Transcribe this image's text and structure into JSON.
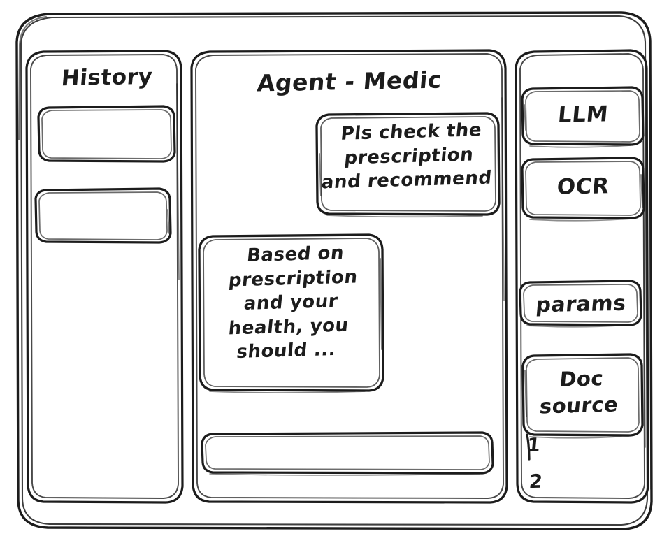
{
  "window": {
    "name": "agent-medic-wireframe"
  },
  "sidebar": {
    "title": "History",
    "items": [
      {
        "label": ""
      },
      {
        "label": ""
      }
    ]
  },
  "main": {
    "title": "Agent - Medic",
    "messages": [
      {
        "role": "user",
        "text": "Pls check the\nprescription\nand recommend"
      },
      {
        "role": "assistant",
        "text": "Based on\nprescription\nand your\nhealth, you\nshould ..."
      }
    ],
    "composer": {
      "value": "",
      "placeholder": ""
    }
  },
  "tools": {
    "buttons": [
      {
        "label": "LLM"
      },
      {
        "label": "OCR"
      },
      {
        "label": "params"
      },
      {
        "label": "Doc\nsource"
      }
    ],
    "doc_sources": [
      {
        "label": "1"
      },
      {
        "label": "2"
      }
    ]
  },
  "style": {
    "stroke": "#1c1c1c",
    "background": "#ffffff"
  }
}
